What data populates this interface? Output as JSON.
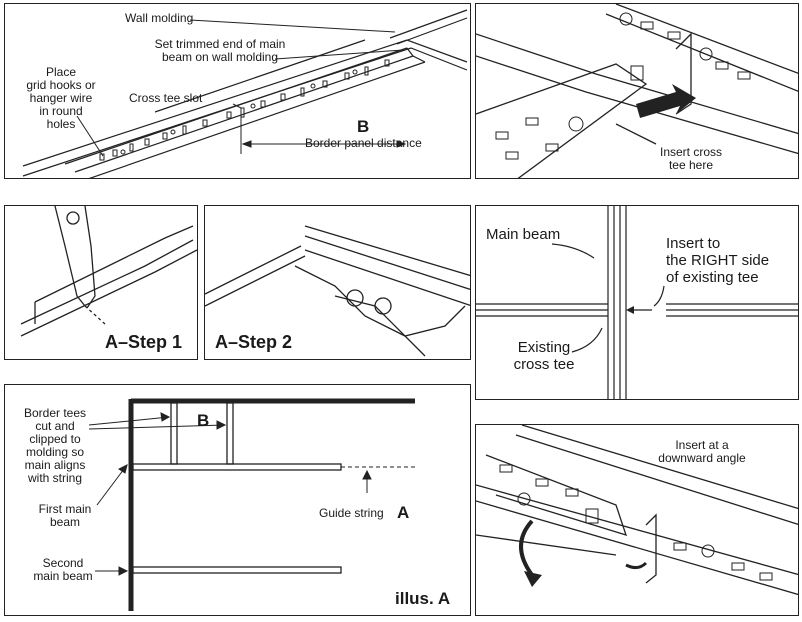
{
  "panel1": {
    "wall_molding": "Wall molding",
    "set_trimmed_line1": "Set trimmed end of main",
    "set_trimmed_line2": "beam on wall molding",
    "place_line1": "Place",
    "place_line2": "grid hooks or",
    "place_line3": "hanger wire",
    "place_line4": "in round",
    "place_line5": "holes",
    "cross_tee_slot": "Cross tee slot",
    "letter_b": "B",
    "border_panel_distance": "Border panel distance"
  },
  "panel2": {
    "insert_line1": "Insert cross",
    "insert_line2": "tee here"
  },
  "step1": {
    "label": "A–Step 1"
  },
  "step2": {
    "label": "A–Step 2"
  },
  "panel5": {
    "main_beam": "Main beam",
    "insert_line1": "Insert to",
    "insert_line2": "the RIGHT side",
    "insert_line3": "of existing tee",
    "existing_line1": "Existing",
    "existing_line2": "cross tee"
  },
  "illusA": {
    "border_line1": "Border tees",
    "border_line2": "cut and",
    "border_line3": "clipped to",
    "border_line4": "molding so",
    "border_line5": "main aligns",
    "border_line6": "with string",
    "letter_b": "B",
    "first_line1": "First main",
    "first_line2": "beam",
    "guide_string": "Guide string",
    "letter_a": "A",
    "second_line1": "Second",
    "second_line2": "main beam",
    "caption": "illus. A"
  },
  "panel7": {
    "insert_line1": "Insert at a",
    "insert_line2": "downward angle"
  }
}
